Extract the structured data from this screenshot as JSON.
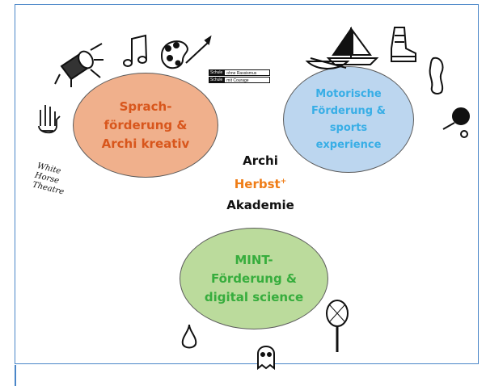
{
  "badge": {
    "row1": [
      "Schule",
      "ohne Rassismus"
    ],
    "row2": [
      "Schule",
      "mit Courage"
    ]
  },
  "orange_oval": {
    "lines": [
      "Sprach-",
      "förderung &",
      "Archi kreativ"
    ]
  },
  "blue_oval": {
    "lines": [
      "Motorische",
      "Förderung &",
      "sports",
      "experience"
    ]
  },
  "green_oval": {
    "lines": [
      "MINT-",
      "Förderung &",
      "digital science"
    ]
  },
  "center": {
    "line1": "Archi",
    "line2": "Herbst",
    "line2_sup": "+",
    "line3": "Akademie"
  },
  "handwriting": {
    "lines": [
      "White",
      "Horse",
      "Theatre"
    ]
  },
  "colors": {
    "frame": "#4a86c8",
    "orange_fill": "#f0b08c",
    "orange_text": "#d8561c",
    "blue_fill": "#bcd6ef",
    "blue_text": "#38aee6",
    "green_fill": "#bbdb9c",
    "green_text": "#37ad3d",
    "herbst": "#ef7d17"
  },
  "icons": [
    "spotlight-icon",
    "music-notes-icon",
    "palette-icon",
    "hand-icon",
    "sailboat-icon",
    "rowboat-icon",
    "boot-icon",
    "footprint-icon",
    "table-tennis-icon",
    "water-drop-icon",
    "ghost-icon",
    "racket-icon"
  ]
}
